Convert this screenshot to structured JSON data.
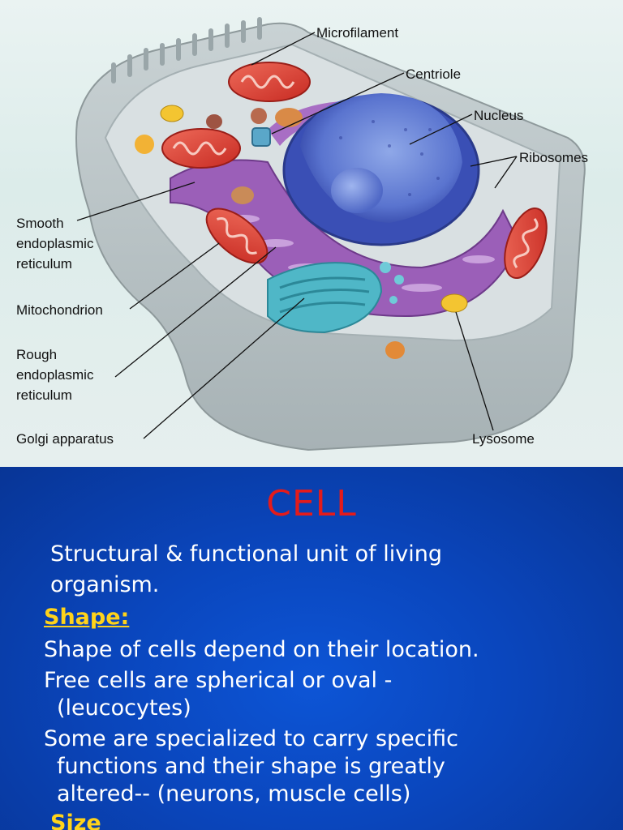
{
  "figure": {
    "labels": {
      "microfilament": "Microfilament",
      "centriole": "Centriole",
      "nucleus": "Nucleus",
      "ribosomes": "Ribosomes",
      "smooth_er": "Smooth\nendoplasmic\nreticulum",
      "mitochondrion": "Mitochondrion",
      "rough_er": "Rough\nendoplasmic\nreticulum",
      "golgi": "Golgi apparatus",
      "lysosome": "Lysosome"
    }
  },
  "slide": {
    "title": "CELL",
    "definition_line1": "Structural & functional unit of living",
    "definition_line2": "organism.",
    "shape_heading": "Shape:",
    "shape_line1": "Shape of cells depend on their location.",
    "shape_line2": "Free cells are spherical or oval -",
    "shape_line3": "(leucocytes)",
    "shape_line4": "Some are specialized to carry specific",
    "shape_line5": "functions and their shape is greatly",
    "shape_line6": "altered-- (neurons, muscle cells)",
    "size_heading": "Size"
  },
  "colors": {
    "title": "#e31b1b",
    "heading": "#ffd31a",
    "background": "#0a46bd"
  }
}
